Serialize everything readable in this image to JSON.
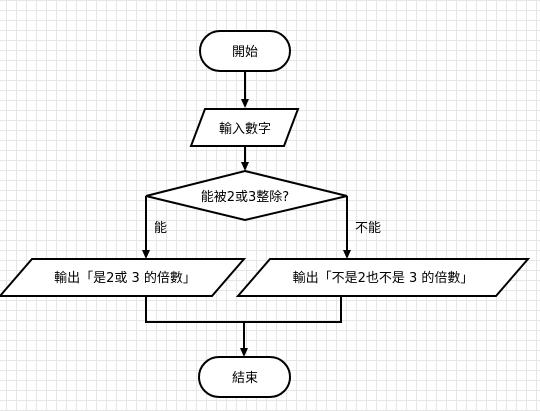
{
  "nodes": {
    "start": "開始",
    "input": "輸入數字",
    "decision": "能被2或3整除?",
    "output_yes": "輸出「是2或 3 的倍數」",
    "output_no": "輸出「不是2也不是 3 的倍數」",
    "end": "結束"
  },
  "edges": {
    "yes_label": "能",
    "no_label": "不能"
  }
}
